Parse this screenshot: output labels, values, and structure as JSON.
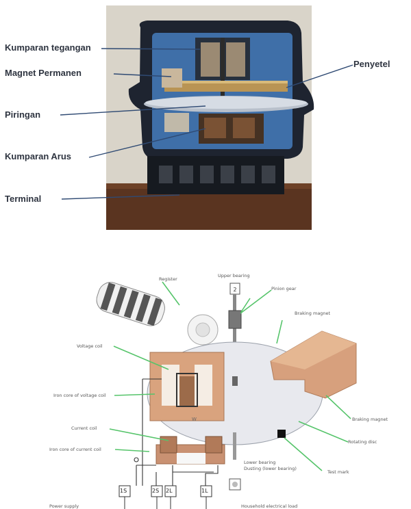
{
  "top_photo": {
    "labels": {
      "voltage_coil": "Kumparan tegangan",
      "permanent_magnet": "Magnet Permanen",
      "disc": "Piringan",
      "current_coil": "Kumparan Arus",
      "terminal": "Terminal",
      "adjuster": "Penyetel"
    },
    "colors": {
      "leader": "#2f4a73",
      "background": "#d9d4c9",
      "table": "#5a3420",
      "housing": "#1e2430",
      "plate": "#3f6fa8"
    }
  },
  "bottom_diagram": {
    "labels": {
      "register": "Register",
      "upper_bearing": "Upper bearing",
      "pinion_gear": "Pinion gear",
      "lower_bearing_top": "Lower bearing",
      "lower_bearing_2": "Dusting (lower bearing)",
      "voltage_coil": "Voltage coil",
      "iron_core_voltage": "Iron core of voltage coil",
      "current_coil": "Current coil",
      "iron_core_current": "Iron core of current coil",
      "braking_magnet": "Braking magnet",
      "rotating_disc": "Rotating disc",
      "test_mark": "Test mark",
      "power_supply": "Power supply",
      "household_terminal": "Household electrical load",
      "disc_mark": "W"
    },
    "terminals": [
      "1S",
      "2S",
      "2L",
      "1L"
    ],
    "colors": {
      "leader": "#55c46a",
      "disc": "#e8e9ee",
      "core": "#d9a37e",
      "magnet": "#d7a07d",
      "wire": "#333333"
    }
  }
}
